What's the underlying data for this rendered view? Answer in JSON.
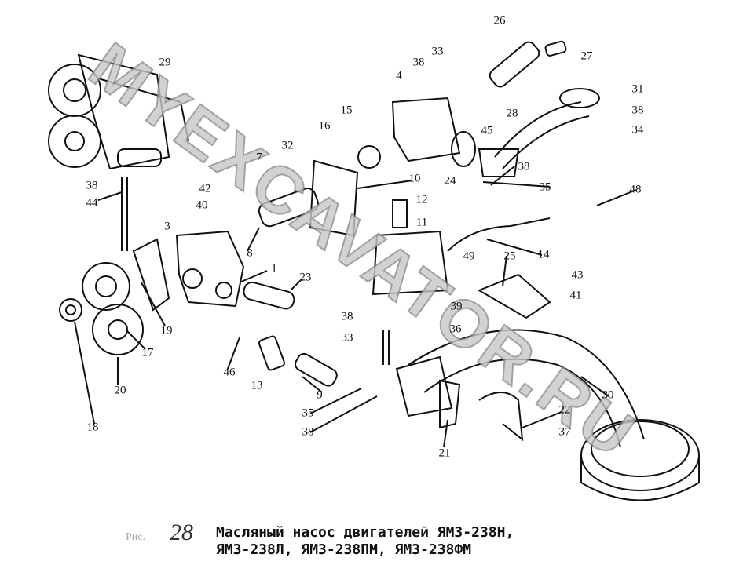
{
  "watermark": "MYEXCAVATOR.RU",
  "caption": {
    "prefix": "Рис.",
    "number": "28",
    "line1": "Масляный насос двигателей ЯМЗ-238Н,",
    "line2": "ЯМЗ-238Л, ЯМЗ-238ПМ, ЯМЗ-238ФМ"
  },
  "labels": [
    "29",
    "26",
    "27",
    "33",
    "38",
    "4",
    "31",
    "38",
    "34",
    "28",
    "45",
    "15",
    "16",
    "32",
    "7",
    "10",
    "24",
    "38",
    "35",
    "48",
    "12",
    "42",
    "38",
    "44",
    "40",
    "11",
    "3",
    "8",
    "14",
    "49",
    "25",
    "1",
    "23",
    "43",
    "41",
    "39",
    "36",
    "19",
    "17",
    "38",
    "33",
    "46",
    "13",
    "9",
    "20",
    "30",
    "22",
    "35",
    "38",
    "37",
    "21",
    "18"
  ]
}
